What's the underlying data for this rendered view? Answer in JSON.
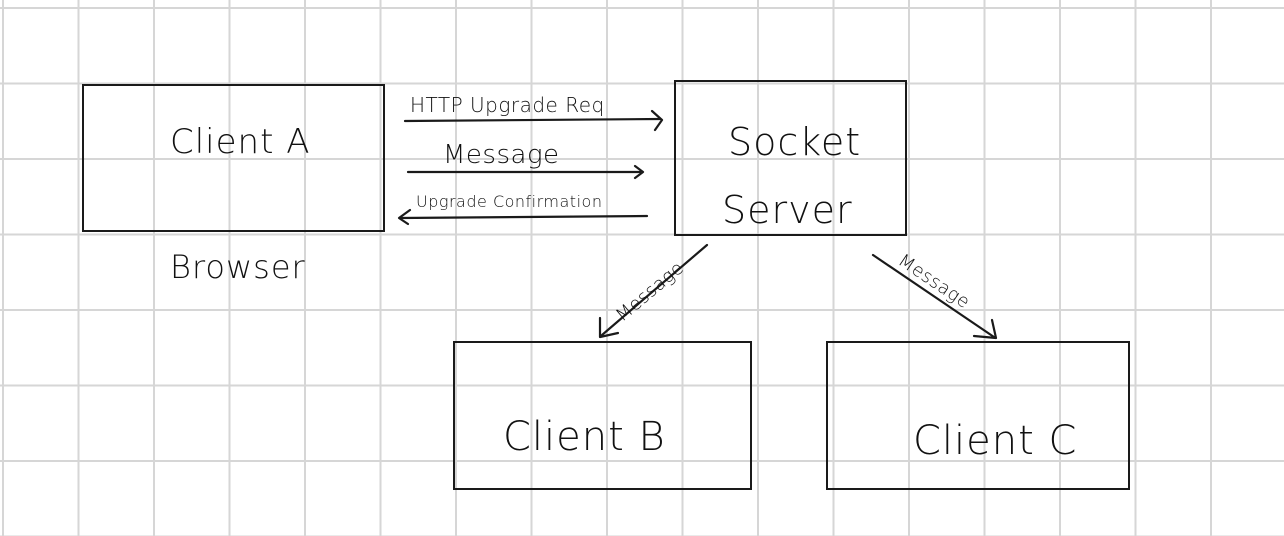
{
  "nodes": {
    "client_a": {
      "label": "Client A",
      "caption": "Browser"
    },
    "socket_server": {
      "line1": "Socket",
      "line2": "Server"
    },
    "client_b": {
      "label": "Client B"
    },
    "client_c": {
      "label": "Client C"
    }
  },
  "edges": {
    "http_upgrade": {
      "label": "HTTP Upgrade Req",
      "from": "Client A",
      "to": "Socket Server"
    },
    "message_to_server": {
      "label": "Message",
      "from": "Client A",
      "to": "Socket Server"
    },
    "upgrade_confirmation": {
      "label": "Upgrade Confirmation",
      "from": "Socket Server",
      "to": "Client A"
    },
    "message_to_b": {
      "label": "Message",
      "from": "Socket Server",
      "to": "Client B"
    },
    "message_to_c": {
      "label": "Message",
      "from": "Socket Server",
      "to": "Client C"
    }
  }
}
